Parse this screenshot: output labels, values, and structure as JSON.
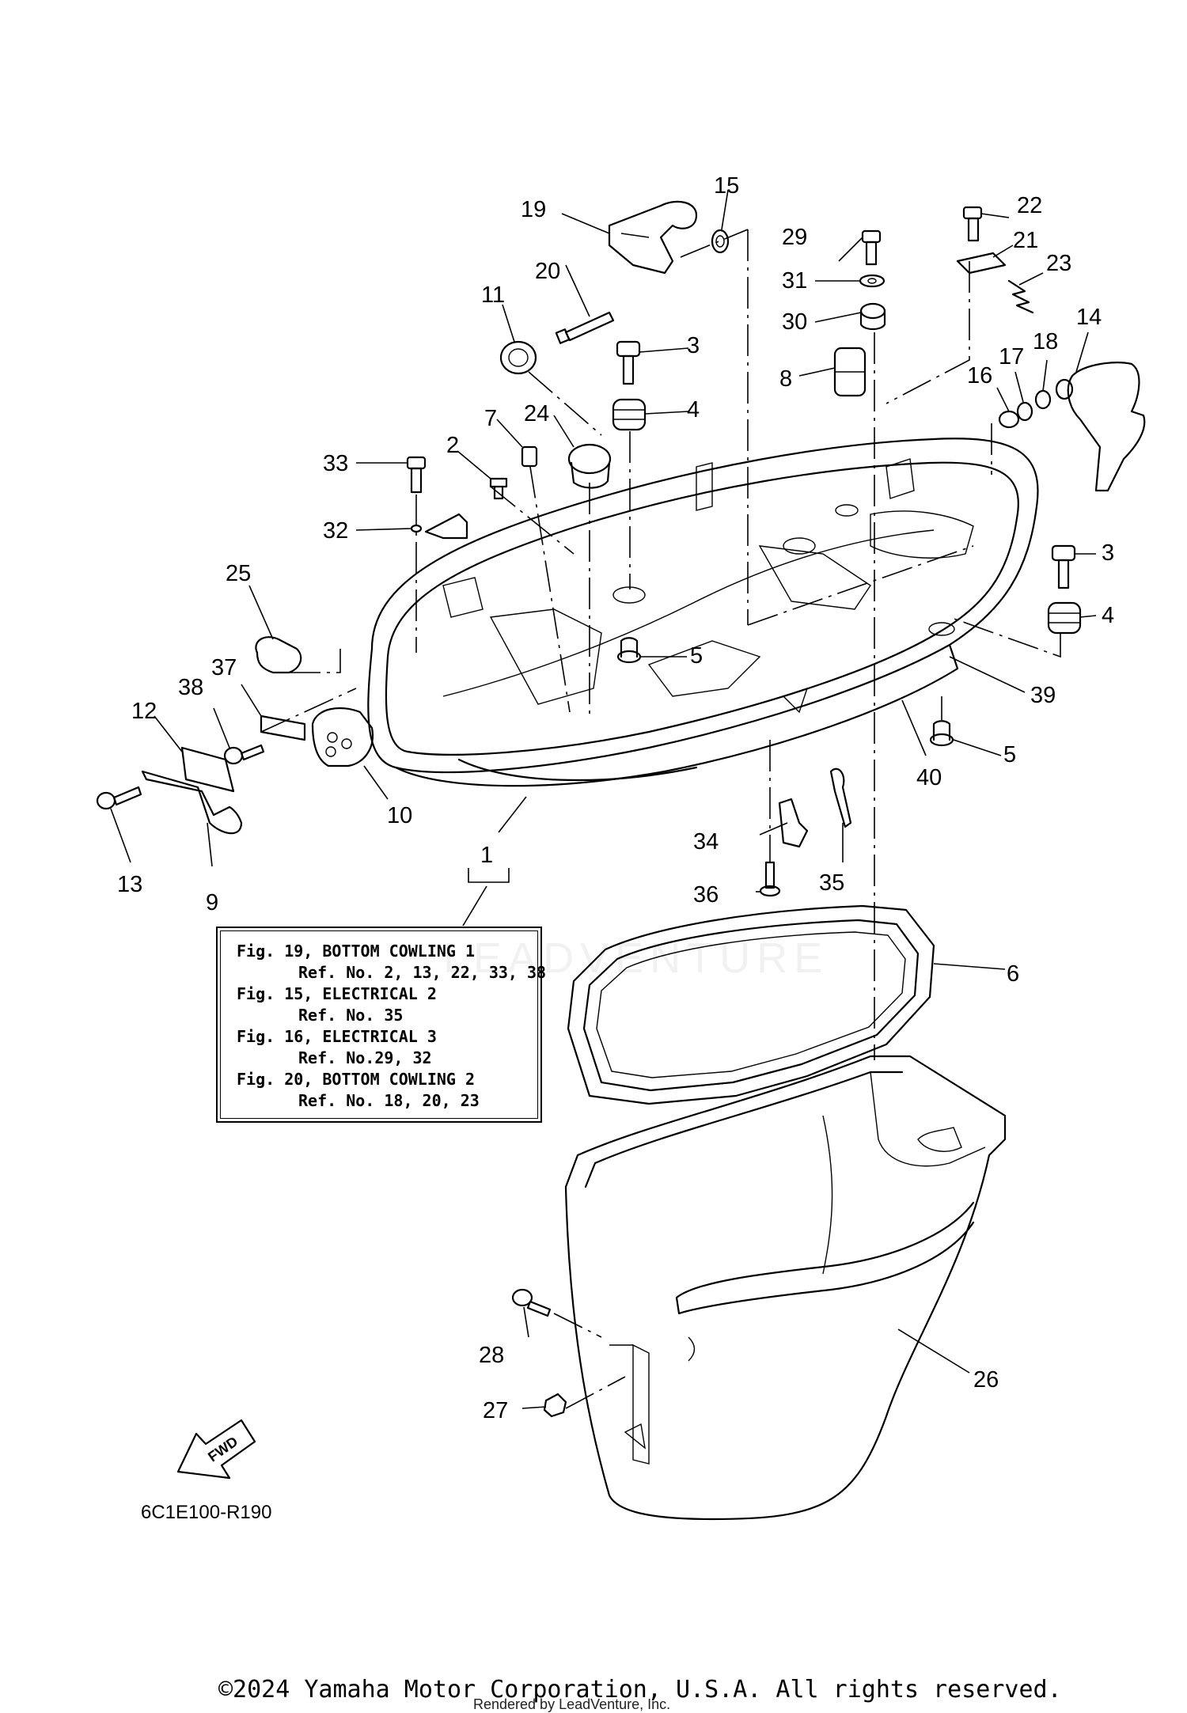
{
  "diagram": {
    "callouts": [
      "1",
      "2",
      "3",
      "3",
      "4",
      "4",
      "5",
      "5",
      "6",
      "7",
      "8",
      "9",
      "10",
      "11",
      "12",
      "13",
      "14",
      "15",
      "16",
      "17",
      "18",
      "19",
      "20",
      "21",
      "22",
      "23",
      "24",
      "25",
      "26",
      "27",
      "28",
      "29",
      "30",
      "31",
      "32",
      "33",
      "34",
      "35",
      "36",
      "37",
      "38",
      "39",
      "40"
    ],
    "reference_box": [
      {
        "figure": "Fig. 19, BOTTOM COWLING 1",
        "refs": "Ref. No. 2, 13, 22, 33, 38"
      },
      {
        "figure": "Fig. 15, ELECTRICAL 2",
        "refs": "Ref. No. 35"
      },
      {
        "figure": "Fig. 16, ELECTRICAL 3",
        "refs": "Ref. No.29, 32"
      },
      {
        "figure": "Fig. 20, BOTTOM COWLING 2",
        "refs": "Ref. No. 18, 20, 23"
      }
    ],
    "direction_label": "FWD",
    "diagram_code": "6C1E100-R190",
    "watermark": "LEADVENTURE"
  },
  "footer": {
    "copyright": "©2024 Yamaha Motor Corporation, U.S.A. All rights reserved.",
    "rendered_by": "Rendered by LeadVenture, Inc."
  }
}
